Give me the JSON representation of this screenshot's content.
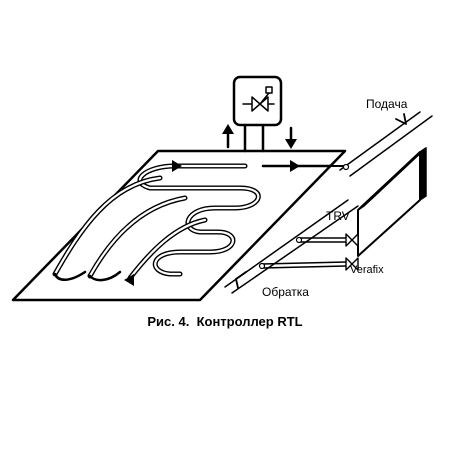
{
  "labels": {
    "supply": "Подача",
    "return": "Обратка",
    "trv": "TRV",
    "verafix": "Verafix"
  },
  "caption": {
    "figure": "Рис. 4.",
    "title": "Контроллер RTL"
  },
  "colors": {
    "ink": "#000000",
    "background": "#ffffff"
  },
  "icons": {
    "controller": "valve-icon",
    "arrows": "flow-arrow-icon"
  }
}
